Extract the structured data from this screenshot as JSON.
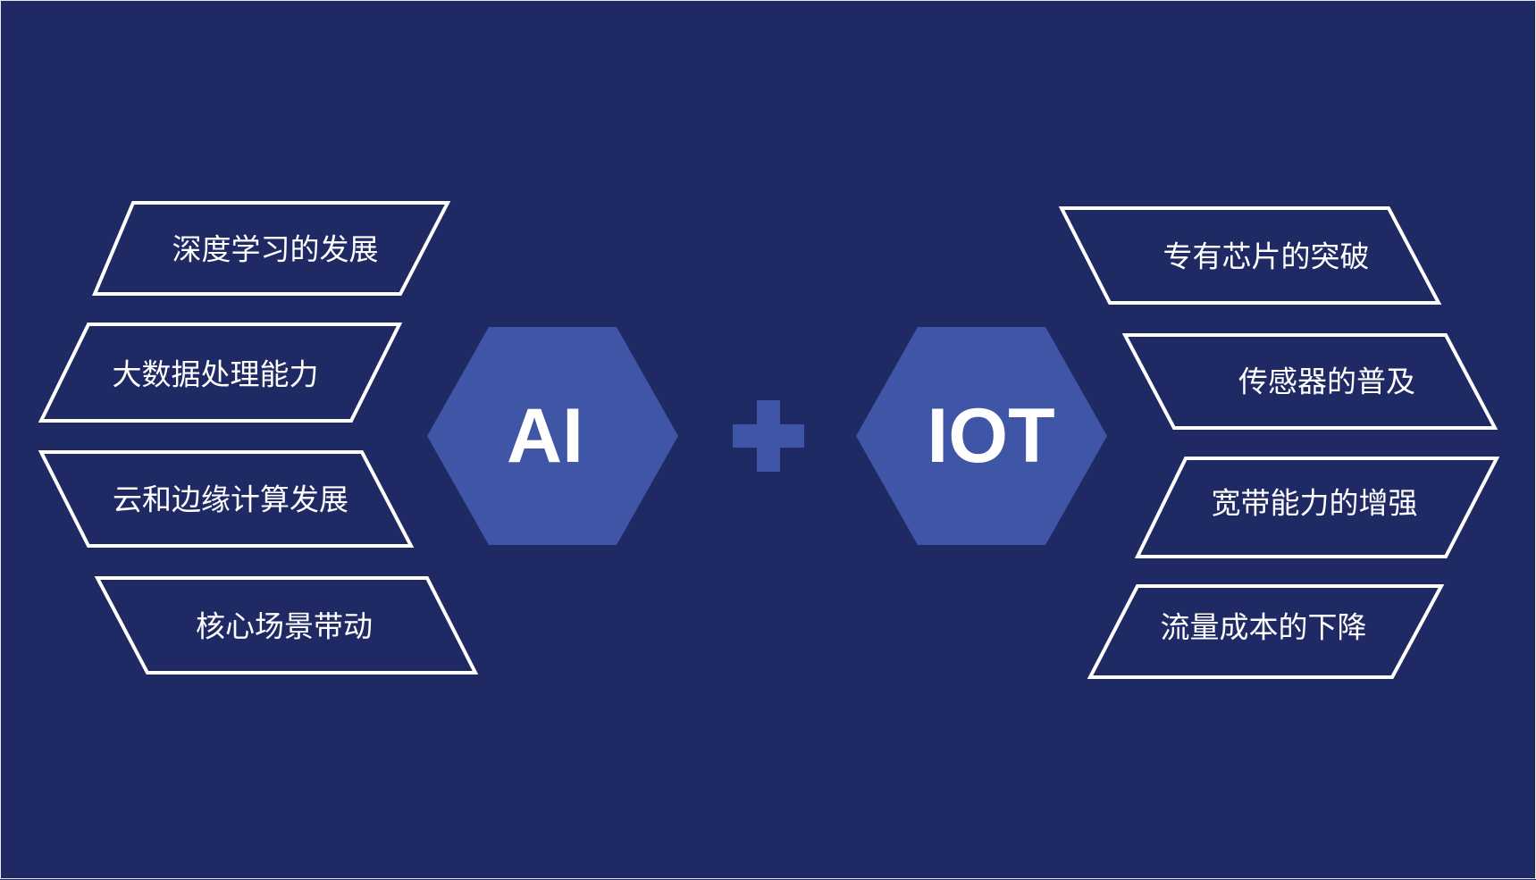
{
  "colors": {
    "background": "#1f2a64",
    "hex_fill": "#3f55a6",
    "plus_fill": "#3f55a6",
    "outline": "#ffffff",
    "text": "#ffffff"
  },
  "left_items": [
    {
      "label": "深度学习的发展"
    },
    {
      "label": "大数据处理能力"
    },
    {
      "label": "云和边缘计算发展"
    },
    {
      "label": "核心场景带动"
    }
  ],
  "center": {
    "left_hex": "AI",
    "operator": "plus-icon",
    "right_hex": "IOT"
  },
  "right_items": [
    {
      "label": "专有芯片的突破"
    },
    {
      "label": "传感器的普及"
    },
    {
      "label": "宽带能力的增强"
    },
    {
      "label": "流量成本的下降"
    }
  ]
}
